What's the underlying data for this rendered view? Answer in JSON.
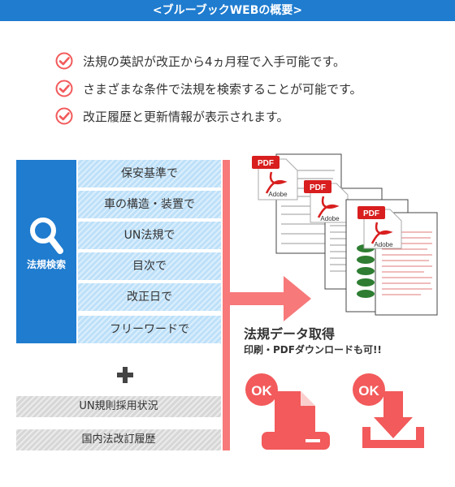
{
  "header": {
    "title": "<ブルーブックWEBの概要>"
  },
  "features": [
    "法規の英訳が改正から4ヵ月程で入手可能です。",
    "さまざまな条件で法規を検索することが可能です。",
    "改正履歴と更新情報が表示されます。"
  ],
  "search": {
    "label": "法規検索",
    "icon": "magnifier-icon",
    "options": [
      "保安基準で",
      "車の構造・装置で",
      "UN法規で",
      "目次で",
      "改正日で",
      "フリーワードで"
    ]
  },
  "extras": [
    "UN規則採用状況",
    "国内法改訂履歴"
  ],
  "documents": {
    "pdf_label": "PDF",
    "brand": "Adobe"
  },
  "result": {
    "title": "法規データ取得",
    "subtitle": "印刷・PDFダウンロードも可!!",
    "ok_label": "OK"
  },
  "colors": {
    "brand_blue": "#1f7ccf",
    "light_blue": "#bde0f9",
    "accent_red": "#f25a5b",
    "flow_red": "#f7797a",
    "gray": "#d7d7d7"
  }
}
